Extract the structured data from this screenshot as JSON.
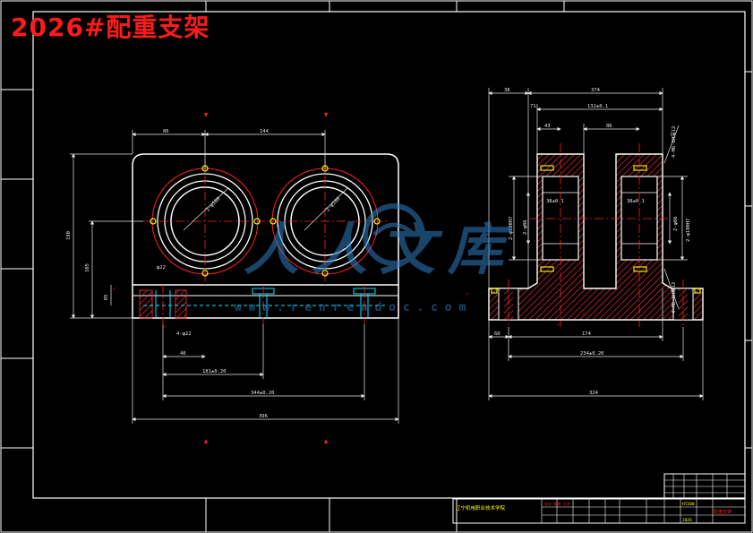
{
  "title": "2026#配重支架",
  "watermark": {
    "text": "人人文库",
    "url": "w w w . r e n r e n d o c . c o m"
  },
  "dims_front": {
    "d1": "86",
    "d2": "144",
    "d3": "2-φ100",
    "d4": "2-φ100",
    "h1": "190",
    "h2": "105",
    "h3": "R5",
    "h4": "φ22",
    "h5": "4-φ22",
    "w1": "40",
    "w2": "181±0.20",
    "w3": "344±0.20",
    "w4": "396"
  },
  "dims_side": {
    "t1": "38",
    "t2": "374",
    "t3": "71",
    "t4": "132±0.1",
    "t5": "43",
    "t6": "86",
    "r1": "4-M6-6H深12",
    "r2": "4-M6-6H深12",
    "v1": "2-φ100H7",
    "v2": "2-φ86",
    "v3": "2-φ86",
    "v4": "2-φ100H7",
    "b1": "60",
    "b2": "174",
    "b3": "234±0.20",
    "b4": "324",
    "c1": "38±0.1",
    "c2": "38±0.1"
  },
  "title_block": {
    "school": "辽宁机电职业技术学院",
    "sub1": "设计 审核 工艺",
    "part_name": "配重支架",
    "material": "HT200",
    "drawing_no": "2026"
  },
  "colors": {
    "frame": "#ffffff",
    "outline": "#ffffff",
    "center": "#ff2020",
    "hatch": "#ff3030",
    "hidden": "#00e5ff",
    "dim": "#e8e8e8",
    "yellow": "#ffff00",
    "title": "#ff1a1a",
    "watermark": "#2f7fc1"
  }
}
